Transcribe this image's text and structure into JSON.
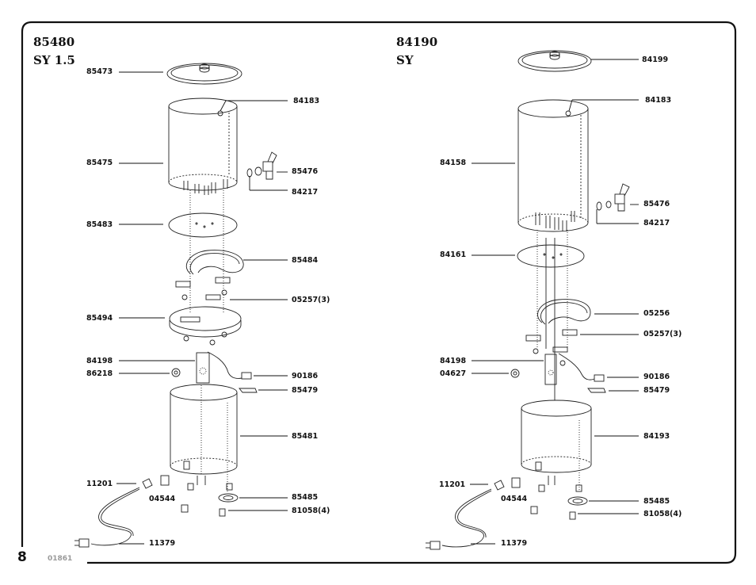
{
  "page": {
    "number": "8",
    "doc_code": "01861"
  },
  "left": {
    "model": "85480",
    "subtitle": "SY 1.5",
    "labels": {
      "lid": "85473",
      "knob": "84183",
      "body": "85475",
      "faucet": "85476",
      "gasket": "84217",
      "plate": "85483",
      "element": "85484",
      "clips": "05257(3)",
      "base_plate": "85494",
      "bracket": "84198",
      "light": "86218",
      "thermostat": "90186",
      "terminal": "85479",
      "shell": "85481",
      "bushing": "11201",
      "switch": "04544",
      "grommet": "85485",
      "feet": "81058(4)",
      "cord": "11379"
    }
  },
  "right": {
    "model": "84190",
    "subtitle": "SY",
    "labels": {
      "lid": "84199",
      "knob": "84183",
      "body": "84158",
      "faucet": "85476",
      "gasket": "84217",
      "plate": "84161",
      "element": "05256",
      "clips": "05257(3)",
      "bracket": "84198",
      "light": "04627",
      "thermostat": "90186",
      "terminal": "85479",
      "shell": "84193",
      "bushing": "11201",
      "switch": "04544",
      "grommet": "85485",
      "feet": "81058(4)",
      "cord": "11379"
    }
  }
}
